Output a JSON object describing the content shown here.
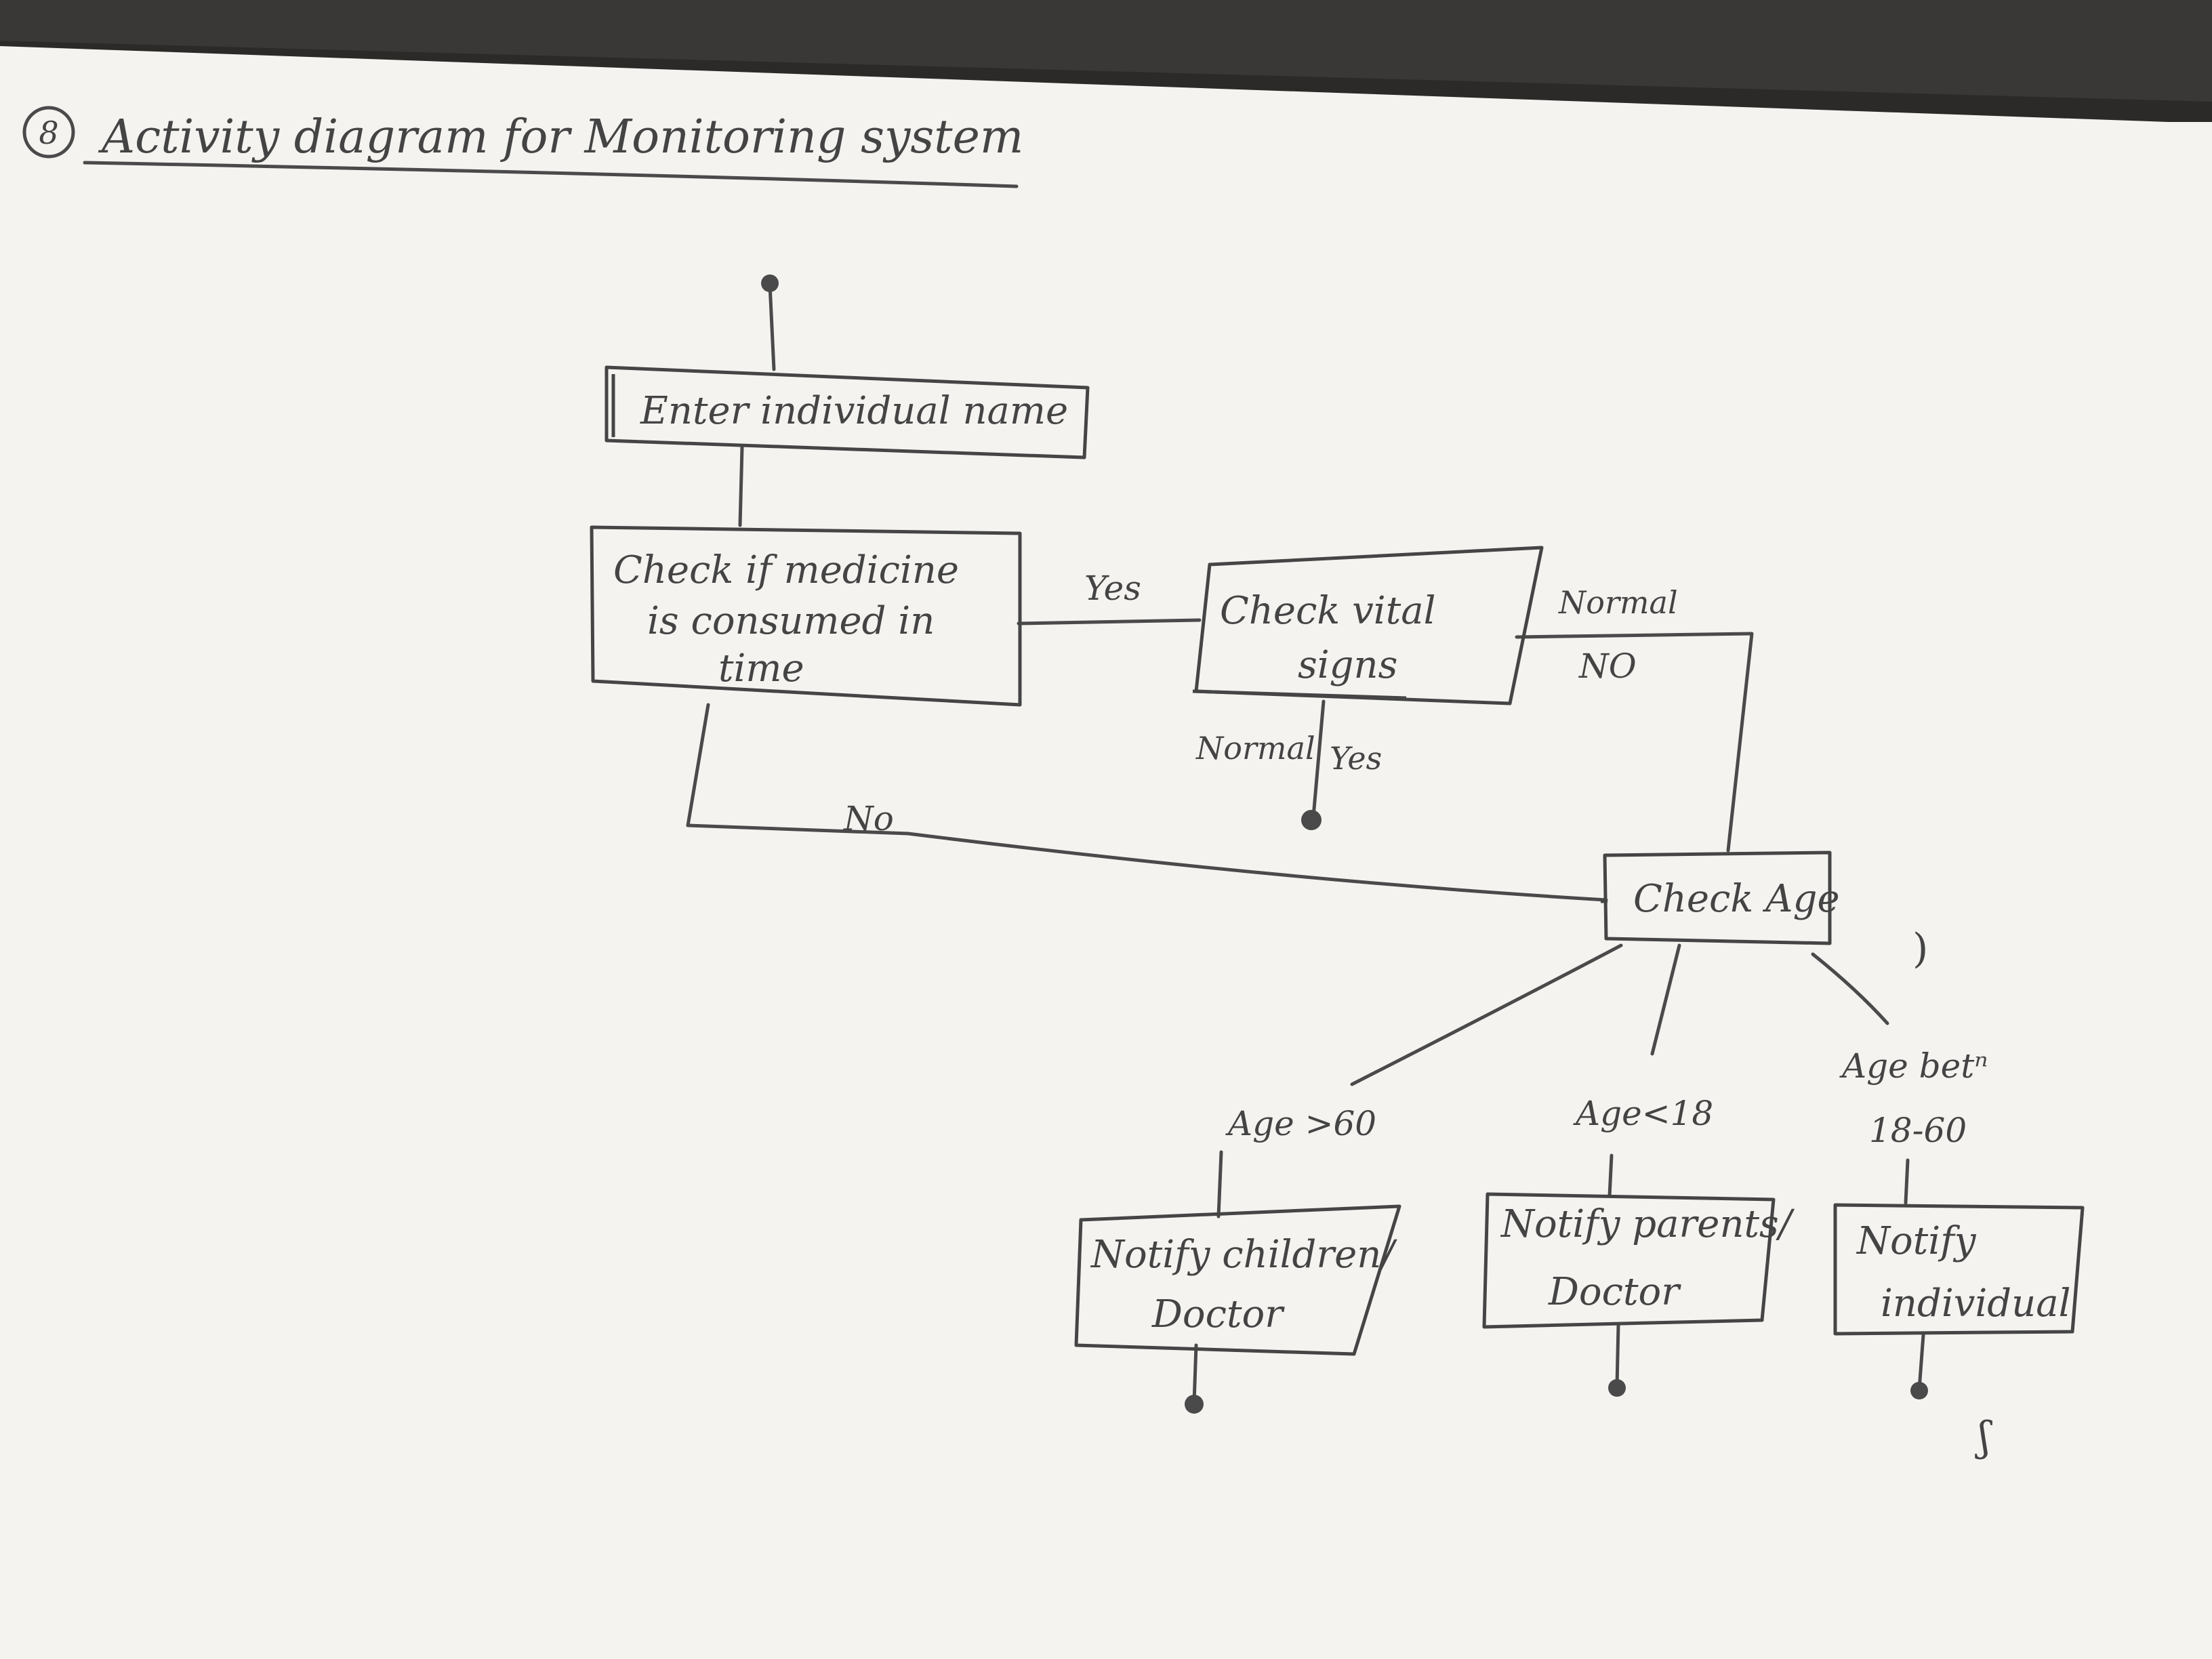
{
  "title": {
    "number": "8",
    "text": "Activity diagram for Monitoring system"
  },
  "nodes": {
    "enter_name": "Enter individual name",
    "check_medicine": [
      "Check if medicine",
      "is consumed in",
      "time"
    ],
    "check_vital": [
      "Check vital",
      "signs"
    ],
    "check_age": "Check Age",
    "notify_children": [
      "Notify children/",
      "Doctor"
    ],
    "notify_parents": [
      "Notify parents/",
      "Doctor"
    ],
    "notify_individual": [
      "Notify",
      "individual"
    ]
  },
  "edges": {
    "medicine_yes": "Yes",
    "medicine_no": "No",
    "vital_normal_top": "Normal",
    "vital_no": "NO",
    "vital_normal_bottom": "Normal",
    "vital_yes": "Yes",
    "age_gt60": "Age >60",
    "age_lt18": "Age<18",
    "age_between_line1": "Age betⁿ",
    "age_between_line2": "18-60"
  },
  "stray_marks": [
    ")",
    "ʃ"
  ]
}
